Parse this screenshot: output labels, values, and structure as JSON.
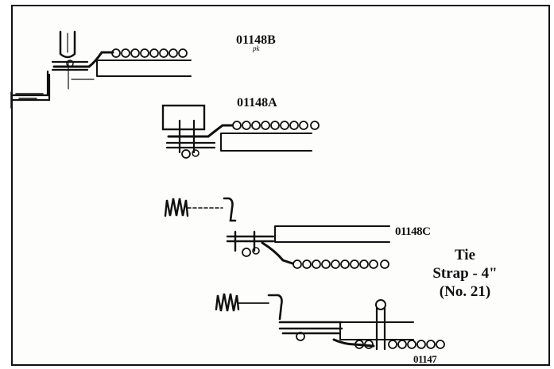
{
  "labels": {
    "part_b": "01148B",
    "part_b_note": "pk",
    "part_a": "01148A",
    "part_c": "01148C",
    "part_d": "01147"
  },
  "tie_note": {
    "line1": "Tie",
    "line2": "Strap - 4\"",
    "line3": "(No. 21)"
  },
  "colors": {
    "ink": "#111111",
    "paper": "#fdfdfb"
  }
}
